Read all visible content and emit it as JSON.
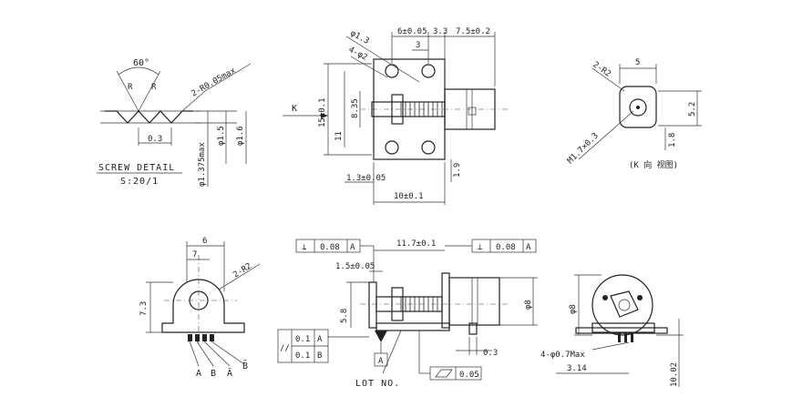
{
  "screw_detail": {
    "angle": "60°",
    "thread_radius": "2-R0.05max",
    "pitch": "0.3",
    "minor_dia": "φ1.375max",
    "major_dia": "φ1.5",
    "outer_dia": "φ1.6",
    "title": "SCREW DETAIL",
    "scale": "S:20/1"
  },
  "top_view": {
    "hole_dia": "φ1.3",
    "hole_count": "4-φ2",
    "dim_6": "6±0.05",
    "dim_3_3": "3.3",
    "dim_7_5": "7.5±0.2",
    "dim_3": "3",
    "arrow_k": "K",
    "dim_15": "15±0.1",
    "dim_11": "11",
    "dim_8_35": "8.35",
    "dim_1_3": "1.3±0.05",
    "dim_10": "10±0.1",
    "dim_1_9": "1.9"
  },
  "k_view": {
    "radius": "2-R2",
    "width_5": "5",
    "height_5_2": "5.2",
    "thread": "M1.7×0.3",
    "dim_1_8": "1.8",
    "note": "(K 向 视图)"
  },
  "front_view": {
    "width_6": "6",
    "dim_7": "7",
    "radius": "2-R2",
    "height_7_3": "7.3",
    "pins": [
      "A",
      "B",
      "Ā",
      "B̄"
    ]
  },
  "side_view": {
    "parallel_box": [
      "//",
      "0.1",
      "A"
    ],
    "parallel_box2": [
      "0.1",
      "B"
    ],
    "perp_box_left": [
      "⊥",
      "0.08",
      "A"
    ],
    "perp_box_right": [
      "⊥",
      "0.08",
      "A"
    ],
    "length_11_7": "11.7±0.1",
    "dim_1_5": "1.5±0.05",
    "dim_5_8": "5.8",
    "dia_8": "φ8",
    "dim_0_3": "0.3",
    "datum_a": "A",
    "lot_no": "LOT NO.",
    "flatness": [
      "▱",
      "0.05"
    ]
  },
  "end_view": {
    "dia_8": "φ8",
    "pin_dia": "4-φ0.7Max",
    "dim_3_14": "3.14",
    "dim_10_02": "10.02"
  }
}
